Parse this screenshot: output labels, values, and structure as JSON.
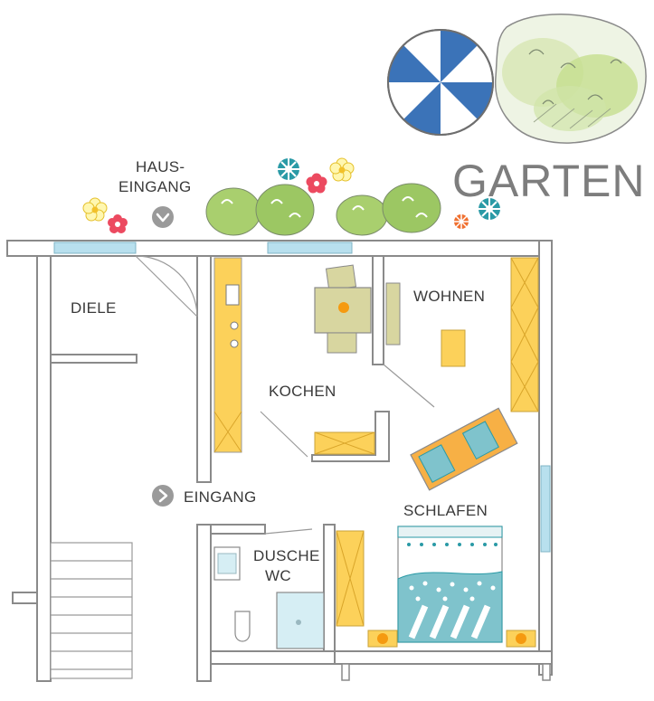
{
  "colors": {
    "wall": "#8a8a8a",
    "furniture_yellow": "#fcd15a",
    "table": "#d8d6a0",
    "accent_orange": "#f59a10",
    "teal": "#2a9aa6",
    "window_blue": "#b8e0ee",
    "umbrella_blue": "#3b73b8",
    "tree_green": "#a9cf6e"
  },
  "labels": {
    "garten": "GARTEN",
    "haus_line1": "HAUS-",
    "haus_line2": "EINGANG",
    "diele": "DIELE",
    "kochen": "KOCHEN",
    "wohnen": "WOHNEN",
    "eingang": "EINGANG",
    "schlafen": "SCHLAFEN",
    "dusche_line1": "DUSCHE",
    "dusche_line2": "WC"
  },
  "icons": {
    "haus_eingang": "chevron-down-icon",
    "eingang": "chevron-right-icon"
  }
}
